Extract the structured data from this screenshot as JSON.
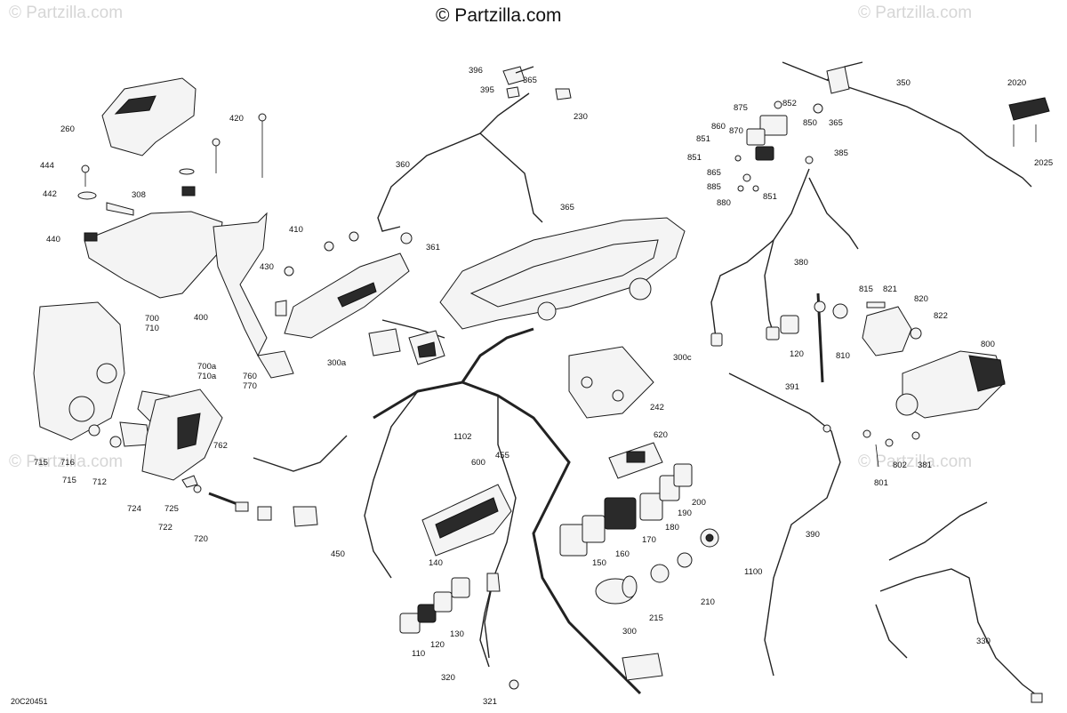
{
  "header": {
    "brand": "© Partzilla.com",
    "watermark": "© Partzilla.com"
  },
  "footer": {
    "diagram_code": "20C20451"
  },
  "callouts": [
    {
      "id": "396",
      "label": "396"
    },
    {
      "id": "395",
      "label": "395"
    },
    {
      "id": "365a",
      "label": "365"
    },
    {
      "id": "230",
      "label": "230"
    },
    {
      "id": "260",
      "label": "260"
    },
    {
      "id": "420",
      "label": "420"
    },
    {
      "id": "444",
      "label": "444"
    },
    {
      "id": "442",
      "label": "442"
    },
    {
      "id": "308",
      "label": "308"
    },
    {
      "id": "440",
      "label": "440"
    },
    {
      "id": "360",
      "label": "360"
    },
    {
      "id": "365b",
      "label": "365"
    },
    {
      "id": "361",
      "label": "361"
    },
    {
      "id": "410",
      "label": "410"
    },
    {
      "id": "430",
      "label": "430"
    },
    {
      "id": "400",
      "label": "400"
    },
    {
      "id": "700",
      "label": "700"
    },
    {
      "id": "710",
      "label": "710"
    },
    {
      "id": "700a",
      "label": "700a"
    },
    {
      "id": "710a",
      "label": "710a"
    },
    {
      "id": "300a",
      "label": "300a"
    },
    {
      "id": "760",
      "label": "760"
    },
    {
      "id": "770",
      "label": "770"
    },
    {
      "id": "762",
      "label": "762"
    },
    {
      "id": "715a",
      "label": "715"
    },
    {
      "id": "716",
      "label": "716"
    },
    {
      "id": "715b",
      "label": "715"
    },
    {
      "id": "712",
      "label": "712"
    },
    {
      "id": "724",
      "label": "724"
    },
    {
      "id": "725",
      "label": "725"
    },
    {
      "id": "722",
      "label": "722"
    },
    {
      "id": "720",
      "label": "720"
    },
    {
      "id": "450",
      "label": "450"
    },
    {
      "id": "1102",
      "label": "1102"
    },
    {
      "id": "455",
      "label": "455"
    },
    {
      "id": "600",
      "label": "600"
    },
    {
      "id": "140",
      "label": "140"
    },
    {
      "id": "110",
      "label": "110"
    },
    {
      "id": "120a",
      "label": "120"
    },
    {
      "id": "130",
      "label": "130"
    },
    {
      "id": "320",
      "label": "320"
    },
    {
      "id": "321",
      "label": "321"
    },
    {
      "id": "300",
      "label": "300"
    },
    {
      "id": "150",
      "label": "150"
    },
    {
      "id": "160",
      "label": "160"
    },
    {
      "id": "170",
      "label": "170"
    },
    {
      "id": "180",
      "label": "180"
    },
    {
      "id": "190",
      "label": "190"
    },
    {
      "id": "200",
      "label": "200"
    },
    {
      "id": "620",
      "label": "620"
    },
    {
      "id": "242",
      "label": "242"
    },
    {
      "id": "300c",
      "label": "300c"
    },
    {
      "id": "215",
      "label": "215"
    },
    {
      "id": "210",
      "label": "210"
    },
    {
      "id": "1100",
      "label": "1100"
    },
    {
      "id": "875",
      "label": "875"
    },
    {
      "id": "852",
      "label": "852"
    },
    {
      "id": "860",
      "label": "860"
    },
    {
      "id": "870",
      "label": "870"
    },
    {
      "id": "850",
      "label": "850"
    },
    {
      "id": "851a",
      "label": "851"
    },
    {
      "id": "851b",
      "label": "851"
    },
    {
      "id": "865",
      "label": "865"
    },
    {
      "id": "885",
      "label": "885"
    },
    {
      "id": "880",
      "label": "880"
    },
    {
      "id": "851c",
      "label": "851"
    },
    {
      "id": "385",
      "label": "385"
    },
    {
      "id": "365c",
      "label": "365"
    },
    {
      "id": "350",
      "label": "350"
    },
    {
      "id": "2020",
      "label": "2020"
    },
    {
      "id": "2025",
      "label": "2025"
    },
    {
      "id": "380",
      "label": "380"
    },
    {
      "id": "815",
      "label": "815"
    },
    {
      "id": "821",
      "label": "821"
    },
    {
      "id": "820",
      "label": "820"
    },
    {
      "id": "822",
      "label": "822"
    },
    {
      "id": "120b",
      "label": "120"
    },
    {
      "id": "810",
      "label": "810"
    },
    {
      "id": "800",
      "label": "800"
    },
    {
      "id": "391",
      "label": "391"
    },
    {
      "id": "802",
      "label": "802"
    },
    {
      "id": "381",
      "label": "381"
    },
    {
      "id": "801",
      "label": "801"
    },
    {
      "id": "390",
      "label": "390"
    },
    {
      "id": "330",
      "label": "330"
    }
  ]
}
